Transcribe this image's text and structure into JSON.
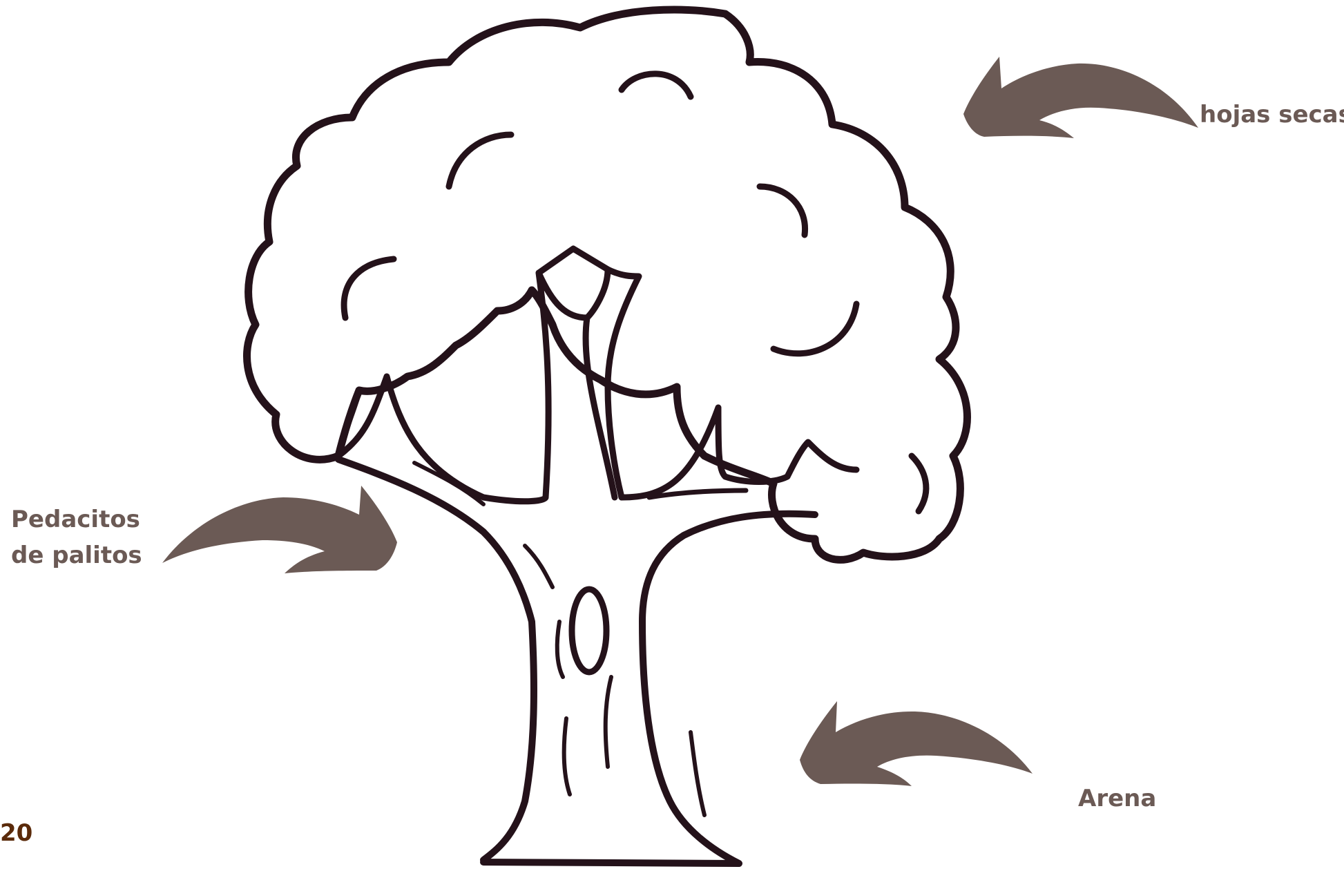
{
  "labels": {
    "top_right": "hojas secas",
    "left_line1": "Pedacitos",
    "left_line2": "de palitos",
    "bottom_right": "Arena"
  },
  "page_number": "20",
  "colors": {
    "label": "#6b5a55",
    "arrow": "#6b5a55",
    "outline": "#24121a",
    "page_number": "#5a2a0a"
  },
  "icons": [
    "tree-illustration",
    "curved-arrow-icon"
  ]
}
